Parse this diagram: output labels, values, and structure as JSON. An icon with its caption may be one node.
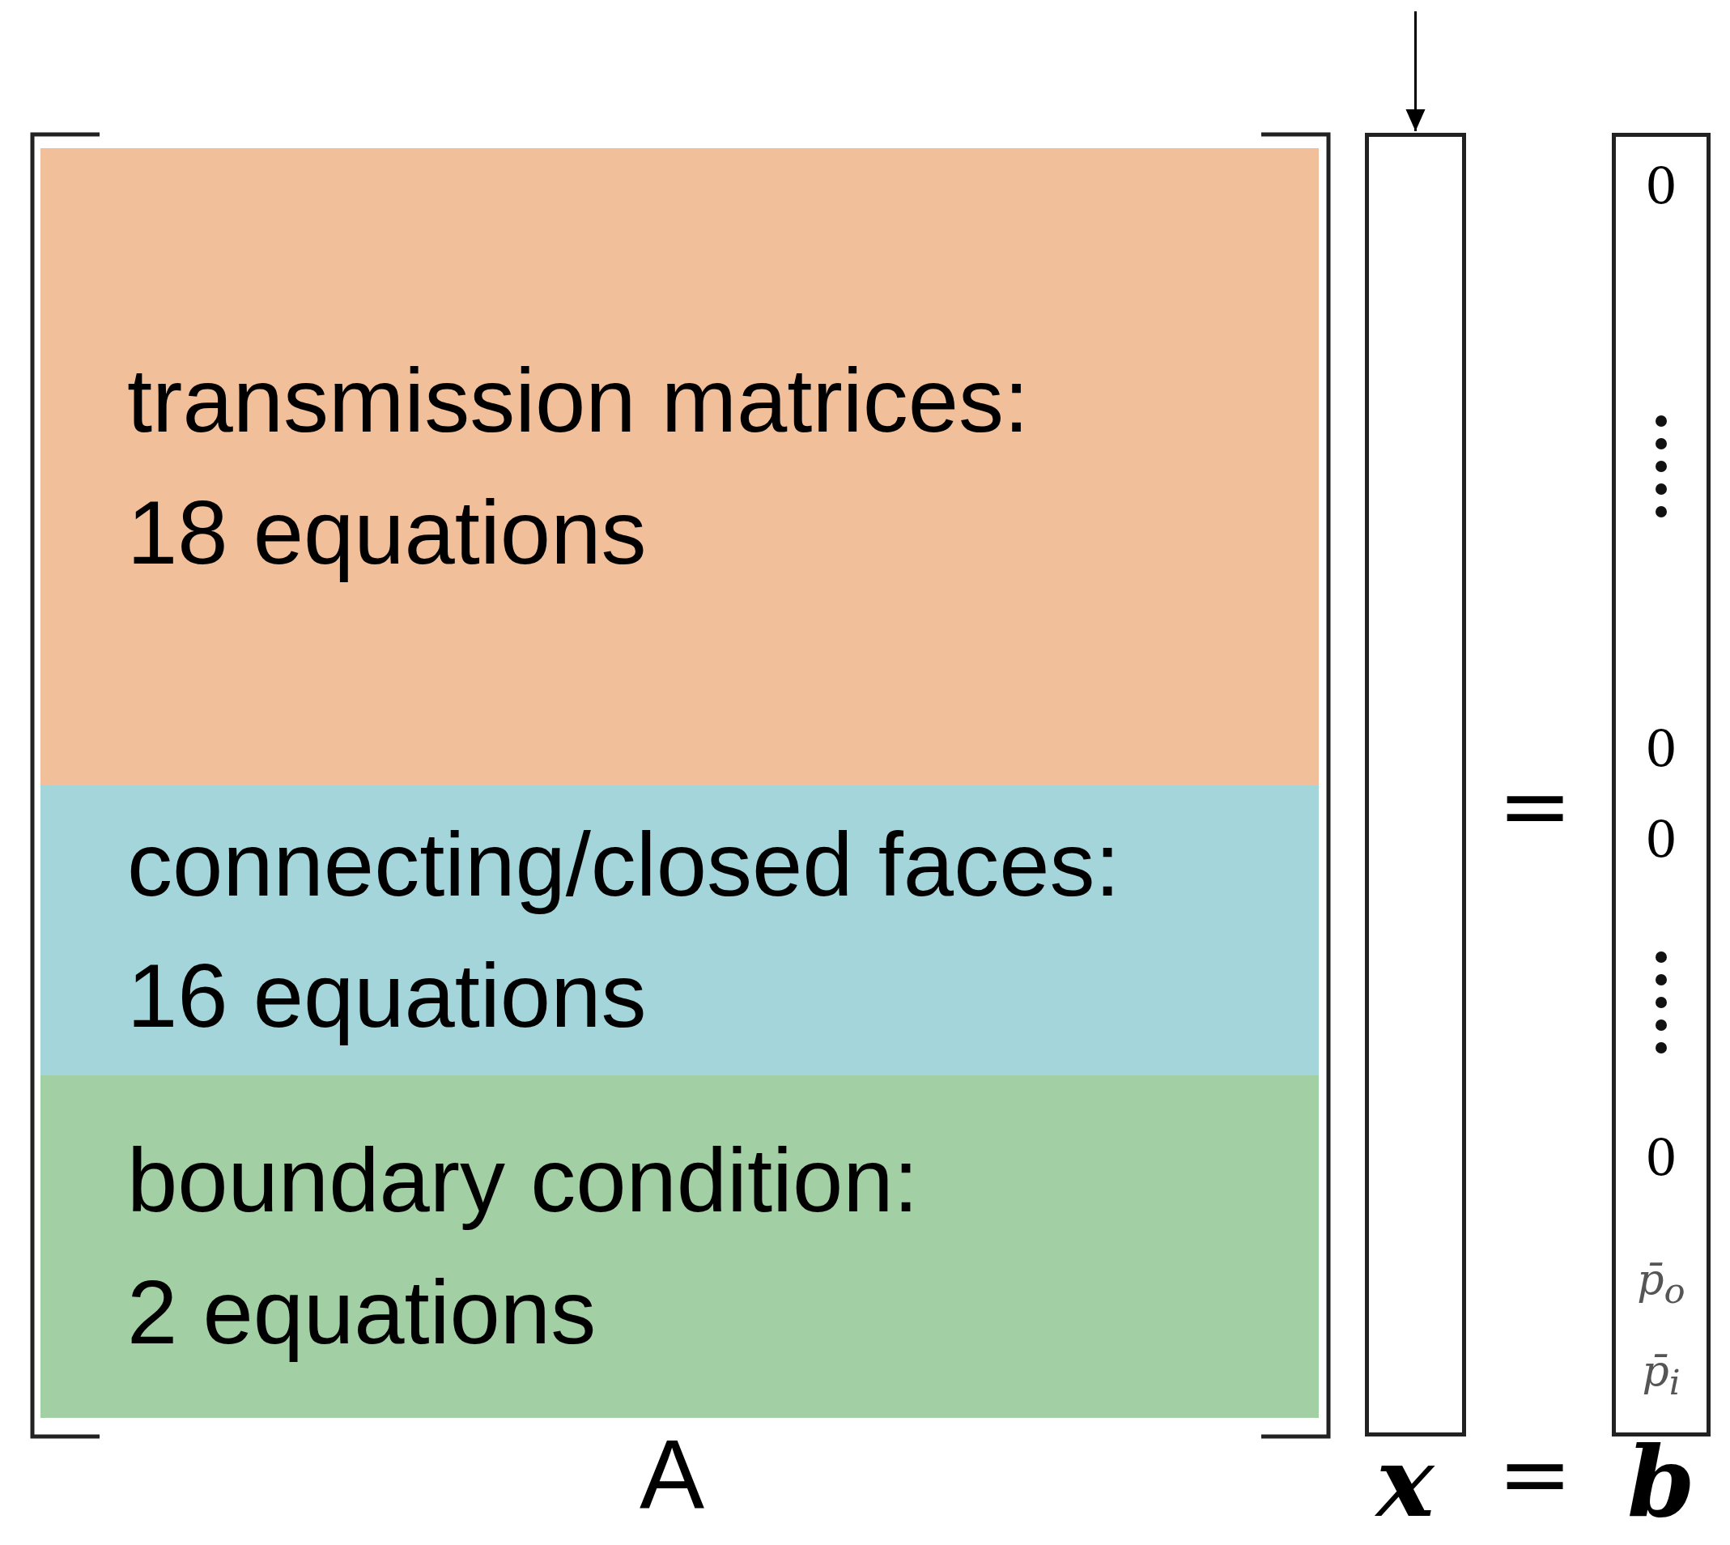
{
  "diagram": {
    "nodes": [
      {
        "text": [
          "transmission matrices:",
          "18 equations"
        ]
      },
      {
        "text": [
          "connecting/closed faces:",
          "16 equations"
        ]
      },
      {
        "text": [
          "boundary condition:",
          "2 equations"
        ]
      },
      {
        "text": [],
        "shape": "box"
      },
      {
        "text": [
          "0",
          "0",
          "0",
          "0",
          "p̄$_{o}$",
          "p̄$_{i}$"
        ]
      }
    ],
    "edges": [
      {
        "from": null,
        "to": 3,
        "arrow": "to"
      }
    ],
    "labels": [
      "=",
      "A",
      "x",
      "=",
      "b"
    ]
  }
}
